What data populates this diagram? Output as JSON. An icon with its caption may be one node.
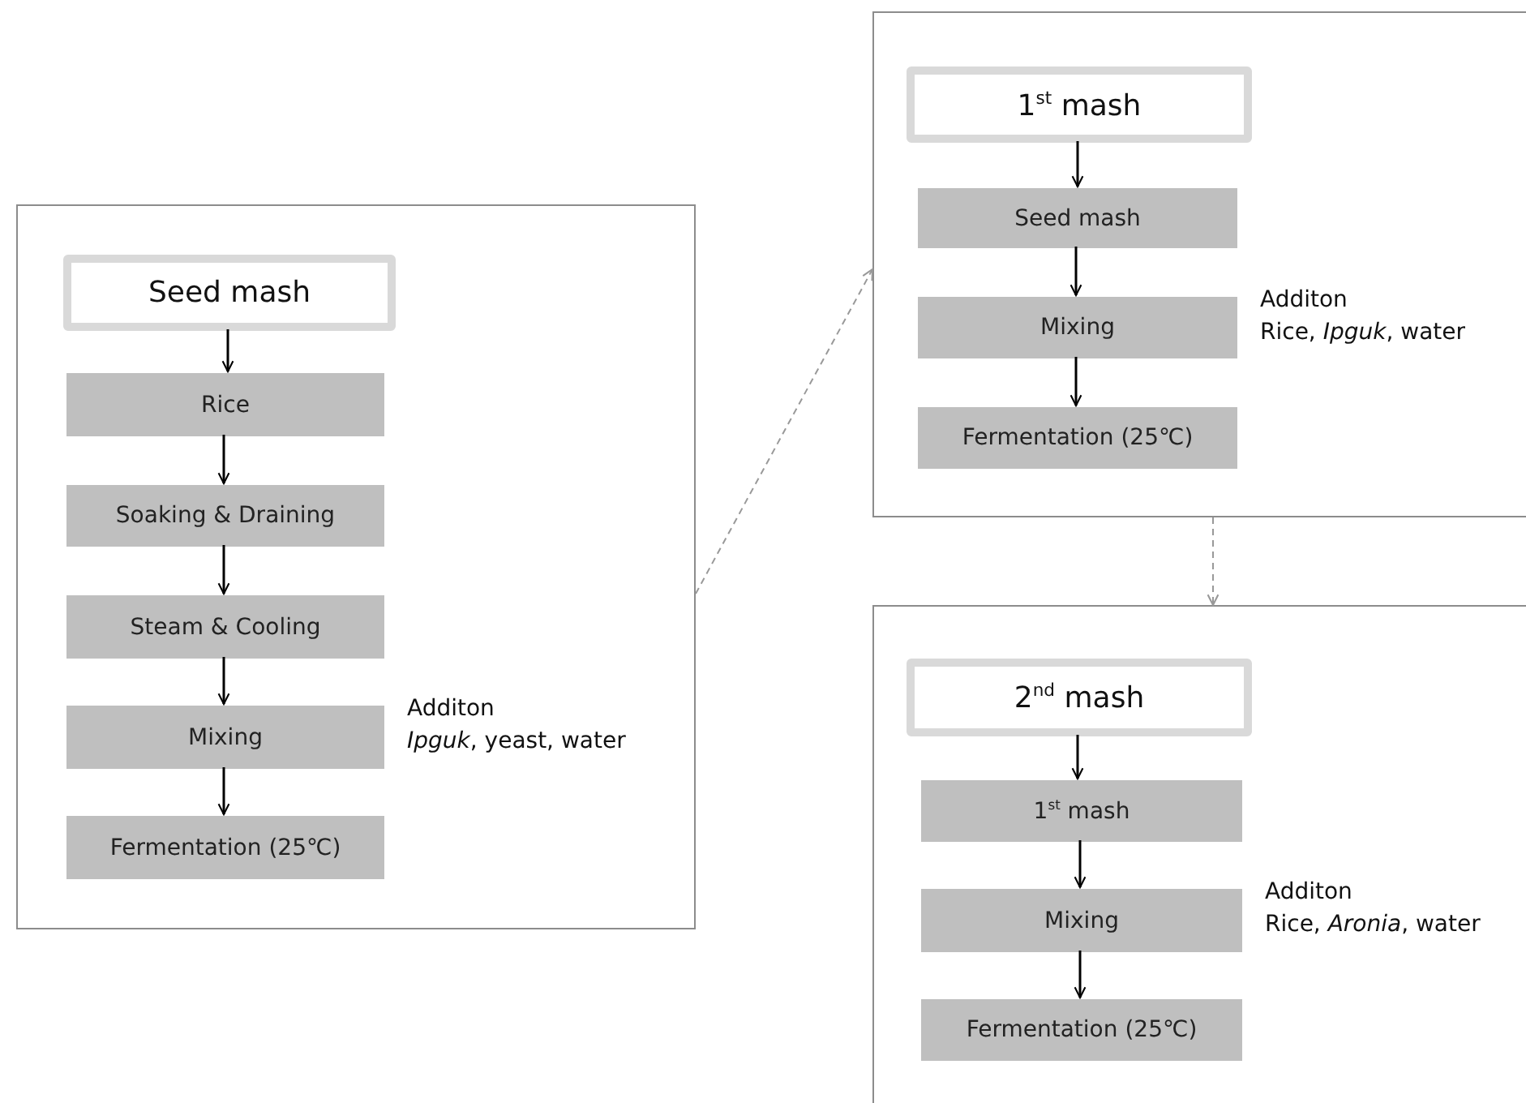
{
  "diagram": {
    "nodes": [
      {
        "text": [],
        "shape": "box"
      },
      {
        "text": [
          "Seed mash"
        ],
        "in": 0
      },
      {
        "text": [
          "Rice"
        ],
        "in": 0
      },
      {
        "text": [
          "Soaking & Draining"
        ],
        "in": 0
      },
      {
        "text": [
          "Steam & Cooling"
        ],
        "in": 0
      },
      {
        "text": [
          "Mixing"
        ],
        "in": 0,
        "beside": [
          "Additon",
          "*Ipguk*, yeast, water"
        ]
      },
      {
        "text": [
          "Fermentation (25℃)"
        ],
        "in": 0
      },
      {
        "text": [],
        "shape": "box"
      },
      {
        "text": [
          "1$^{st}$ mash"
        ],
        "in": 7
      },
      {
        "text": [
          "Seed mash"
        ],
        "in": 7
      },
      {
        "text": [
          "Mixing"
        ],
        "in": 7,
        "beside": [
          "Additon",
          "Rice, *Ipguk*, water"
        ]
      },
      {
        "text": [
          "Fermentation (25℃)"
        ],
        "in": 7
      },
      {
        "text": [],
        "shape": "box"
      },
      {
        "text": [
          "2$^{nd}$ mash"
        ],
        "in": 12
      },
      {
        "text": [
          "1$^{st}$ mash"
        ],
        "in": 12
      },
      {
        "text": [
          "Mixing"
        ],
        "in": 12,
        "beside": [
          "Additon",
          "Rice, *Aronia*, water"
        ]
      },
      {
        "text": [
          "Fermentation (25℃)"
        ],
        "in": 12
      }
    ],
    "edges": [
      {
        "from": 1,
        "to": 2,
        "arrow": "to"
      },
      {
        "from": 2,
        "to": 3,
        "arrow": "to"
      },
      {
        "from": 3,
        "to": 4,
        "arrow": "to"
      },
      {
        "from": 4,
        "to": 5,
        "arrow": "to"
      },
      {
        "from": 5,
        "to": 6,
        "arrow": "to"
      },
      {
        "from": 8,
        "to": 9,
        "arrow": "to"
      },
      {
        "from": 9,
        "to": 10,
        "arrow": "to"
      },
      {
        "from": 10,
        "to": 11,
        "arrow": "to"
      },
      {
        "from": 13,
        "to": 14,
        "arrow": "to"
      },
      {
        "from": 14,
        "to": 15,
        "arrow": "to"
      },
      {
        "from": 15,
        "to": 16,
        "arrow": "to"
      },
      {
        "from": 0,
        "to": 7,
        "arrow": "to",
        "style": "dashed",
        "color": "#999999"
      },
      {
        "from": 7,
        "to": 12,
        "arrow": "to",
        "style": "dashed",
        "color": "#999999"
      }
    ]
  }
}
